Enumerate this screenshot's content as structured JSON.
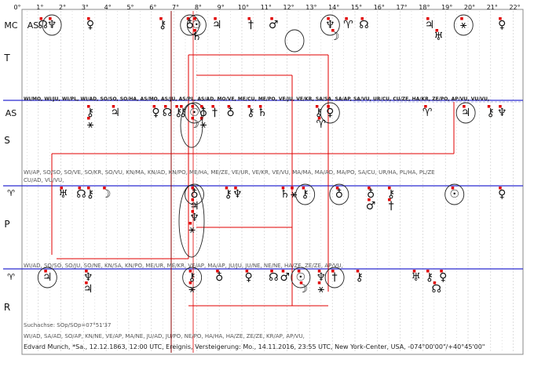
{
  "degree_axis": {
    "labels": [
      "0°",
      "1°",
      "2°",
      "3°",
      "4°",
      "5°",
      "6°",
      "7°",
      "8°",
      "9°",
      "10°",
      "11°",
      "12°",
      "13°",
      "14°",
      "15°",
      "16°",
      "17°",
      "18°",
      "19°",
      "20°",
      "21°",
      "22°"
    ]
  },
  "row_labels": [
    "T",
    "S",
    "P",
    "R"
  ],
  "row_start_symbols": {
    "T": [
      "MC",
      "AS"
    ],
    "S": [
      "AS"
    ],
    "P": [
      "♈"
    ],
    "R": [
      "♈"
    ]
  },
  "row_notes": {
    "S_header": "WI/MO, WI/JU, WI/PL, WI/AD, SO/SO, SO/HA, AS/MO, AS/JU, AS/PL, AS/AD, MO/VE, ME/CU, ME/PO, VE/JU, VE/KR, SA/SA, SA/AP, SA/VU, UR/CU, CU/ZE, HA/KR, ZE/PO, AP/VU, VU/VU,",
    "P_header_1": "WI/AP, SO/SO, SO/VE, SO/KR, SO/VU, KN/MA, KN/AD, KN/PO, ME/HA, ME/ZE, VE/UR, VE/KR, VE/VU, MA/MA, MA/AD, MA/PO, SA/CU, UR/HA, PL/HA, PL/ZE",
    "P_header_2": "CU/AD, VU/VU,",
    "R_header": "WI/AD, SO/SO, SO/JU, SO/NE, KN/SA, KN/PO, ME/UR, ME/KR, VE/AP, MA/AP, JU/JU, JU/NE, NE/NE, HA/ZE, ZE/ZE, AP/VU,",
    "search_axis": "Suchachse: SOp/SOp=07°51'37",
    "R_footer": "WI/AD, SA/AD, SO/AP, KN/NE, VE/AP, MA/NE, JU/AD, JU/PO, NE/PO, HA/HA, HA/ZE, ZE/ZE, KR/AP, AP/VU,"
  },
  "footer": "Edvard Munch, *Sa., 12.12.1863, 12:00 UTC, Ereignis, Versteigerung: Mo., 14.11.2016, 23:55 UTC, New York-Center, USA, -074°00'00\"/+40°45'00\"",
  "glyphs": {
    "T": [
      {
        "deg": 1.6,
        "sym": "♆",
        "circled": true
      },
      {
        "deg": 1.2,
        "sym": "☊"
      },
      {
        "deg": 3.3,
        "sym": "♀"
      },
      {
        "deg": 6.5,
        "sym": "⚷"
      },
      {
        "deg": 7.7,
        "sym": "♁",
        "circled": true
      },
      {
        "deg": 8.0,
        "sym": "☉",
        "circled": true
      },
      {
        "deg": 8.0,
        "sym": "♄"
      },
      {
        "deg": 8.9,
        "sym": "♃"
      },
      {
        "deg": 10.4,
        "sym": "†"
      },
      {
        "deg": 11.4,
        "sym": "♂"
      },
      {
        "deg": 13.9,
        "sym": "♆",
        "circled": true
      },
      {
        "deg": 14.1,
        "sym": "☽"
      },
      {
        "deg": 14.7,
        "sym": "♈"
      },
      {
        "deg": 15.4,
        "sym": "☊"
      },
      {
        "deg": 18.3,
        "sym": "♃"
      },
      {
        "deg": 18.7,
        "sym": "♅"
      },
      {
        "deg": 19.8,
        "sym": "⚹",
        "circled": true
      },
      {
        "deg": 21.5,
        "sym": "♀"
      }
    ],
    "S": [
      {
        "deg": 3.3,
        "sym": "⚷"
      },
      {
        "deg": 3.3,
        "sym": "⚹"
      },
      {
        "deg": 4.4,
        "sym": "♃"
      },
      {
        "deg": 6.2,
        "sym": "♀"
      },
      {
        "deg": 6.7,
        "sym": "☊"
      },
      {
        "deg": 7.2,
        "sym": "⚷"
      },
      {
        "deg": 7.4,
        "sym": "⚷"
      },
      {
        "deg": 7.9,
        "sym": "☉",
        "circled": true
      },
      {
        "deg": 7.9,
        "sym": "☽"
      },
      {
        "deg": 8.3,
        "sym": "♁"
      },
      {
        "deg": 8.3,
        "sym": "⚹"
      },
      {
        "deg": 8.8,
        "sym": "†"
      },
      {
        "deg": 9.5,
        "sym": "♁"
      },
      {
        "deg": 10.4,
        "sym": "⚷"
      },
      {
        "deg": 10.9,
        "sym": "♄"
      },
      {
        "deg": 13.4,
        "sym": "⚷"
      },
      {
        "deg": 13.9,
        "sym": "♀",
        "circled": true
      },
      {
        "deg": 13.5,
        "sym": "♈"
      },
      {
        "deg": 18.2,
        "sym": "♈"
      },
      {
        "deg": 19.9,
        "sym": "♃",
        "circled": true
      },
      {
        "deg": 21.0,
        "sym": "⚷"
      },
      {
        "deg": 21.5,
        "sym": "♆"
      }
    ],
    "P": [
      {
        "deg": 2.1,
        "sym": "♅"
      },
      {
        "deg": 2.9,
        "sym": "☊"
      },
      {
        "deg": 3.3,
        "sym": "⚷"
      },
      {
        "deg": 4.0,
        "sym": "☽"
      },
      {
        "deg": 7.9,
        "sym": "♁",
        "circled": true
      },
      {
        "deg": 7.9,
        "sym": "♃"
      },
      {
        "deg": 7.9,
        "sym": "♆"
      },
      {
        "deg": 7.8,
        "sym": "⚹"
      },
      {
        "deg": 9.4,
        "sym": "⚷"
      },
      {
        "deg": 9.8,
        "sym": "♆"
      },
      {
        "deg": 11.9,
        "sym": "♄"
      },
      {
        "deg": 12.3,
        "sym": "⚹"
      },
      {
        "deg": 12.8,
        "sym": "⚷",
        "circled": true
      },
      {
        "deg": 14.3,
        "sym": "♁",
        "circled": true
      },
      {
        "deg": 15.7,
        "sym": "♁"
      },
      {
        "deg": 15.7,
        "sym": "♂"
      },
      {
        "deg": 16.6,
        "sym": "⚷"
      },
      {
        "deg": 16.6,
        "sym": "†"
      },
      {
        "deg": 19.4,
        "sym": "☉",
        "circled": true
      },
      {
        "deg": 21.5,
        "sym": "♀"
      }
    ],
    "R": [
      {
        "deg": 1.4,
        "sym": "♃",
        "circled": true
      },
      {
        "deg": 3.2,
        "sym": "♆"
      },
      {
        "deg": 3.2,
        "sym": "♃"
      },
      {
        "deg": 7.8,
        "sym": "⚷",
        "circled": true
      },
      {
        "deg": 7.8,
        "sym": "⚹"
      },
      {
        "deg": 9.0,
        "sym": "♁"
      },
      {
        "deg": 10.3,
        "sym": "♀"
      },
      {
        "deg": 11.4,
        "sym": "☊"
      },
      {
        "deg": 11.9,
        "sym": "♂"
      },
      {
        "deg": 12.6,
        "sym": "☉",
        "circled": true
      },
      {
        "deg": 12.7,
        "sym": "☽"
      },
      {
        "deg": 13.5,
        "sym": "♆"
      },
      {
        "deg": 13.5,
        "sym": "⚹"
      },
      {
        "deg": 14.1,
        "sym": "†",
        "circled": true
      },
      {
        "deg": 15.2,
        "sym": "⚷"
      },
      {
        "deg": 17.7,
        "sym": "♅"
      },
      {
        "deg": 18.3,
        "sym": "⚷"
      },
      {
        "deg": 18.9,
        "sym": "♀"
      },
      {
        "deg": 18.6,
        "sym": "☊"
      }
    ]
  },
  "colors": {
    "axis_line": "#2b2bd0",
    "dark_red": "#8b0000",
    "red": "#e00000",
    "grid": "#c9c9c9",
    "text": "#111111"
  }
}
